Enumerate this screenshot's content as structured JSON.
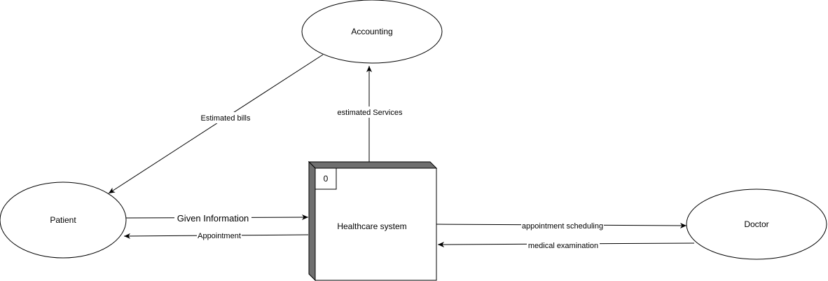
{
  "diagram": {
    "entities": {
      "accounting": "Accounting",
      "patient": "Patient",
      "doctor": "Doctor"
    },
    "process": {
      "number": "0",
      "name": "Healthcare system"
    },
    "flows": {
      "estimated_bills": "Estimated bills",
      "estimated_services": "estimated Services",
      "given_information": "Given Information",
      "appointment": "Appointment",
      "appointment_scheduling": "appointment scheduling",
      "medical_examination": "medical examination"
    }
  }
}
